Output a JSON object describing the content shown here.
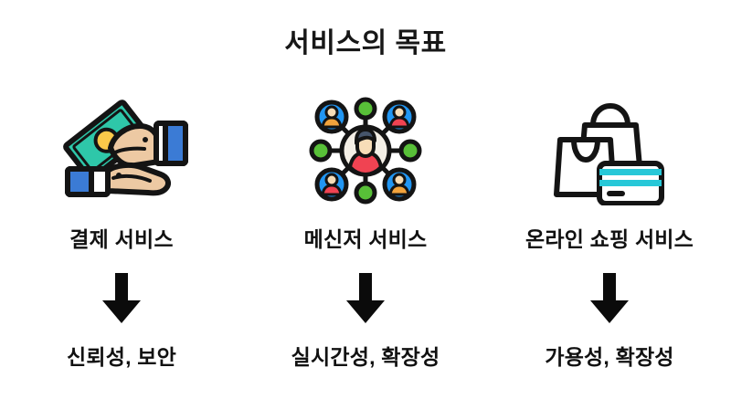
{
  "slide": {
    "title": "서비스의 목표",
    "background_color": "#ffffff",
    "text_color": "#111111"
  },
  "columns": [
    {
      "icon_name": "money-exchange-hands-icon",
      "service_label": "결제 서비스",
      "arrow_name": "down-arrow",
      "quality_label": "신뢰성, 보안",
      "colors": {
        "bill": "#2EC7A9",
        "bill_shade": "#23B196",
        "coin": "#FBC94A",
        "skin": "#EDC9A3",
        "skin_light": "#F5DDBF",
        "cuff": "#3B7BD5",
        "cuff_white": "#FFFFFF",
        "outline": "#141414"
      }
    },
    {
      "icon_name": "people-network-icon",
      "service_label": "메신저 서비스",
      "arrow_name": "down-arrow",
      "quality_label": "실시간성, 확장성",
      "colors": {
        "node_blue": "#2196F3",
        "node_green": "#58C038",
        "shirt_red": "#F04352",
        "shirt_orange": "#F2A33C",
        "skin": "#F7DDB8",
        "hair": "#46556B",
        "center_bg": "#F4EFE6",
        "outline": "#141414"
      }
    },
    {
      "icon_name": "shopping-bags-card-icon",
      "service_label": "온라인 쇼핑 서비스",
      "arrow_name": "down-arrow",
      "quality_label": "가용성, 확장성",
      "colors": {
        "bag": "#FFFFFF",
        "card": "#FFFFFF",
        "card_stripe": "#27C8D8",
        "outline": "#141414"
      }
    }
  ]
}
